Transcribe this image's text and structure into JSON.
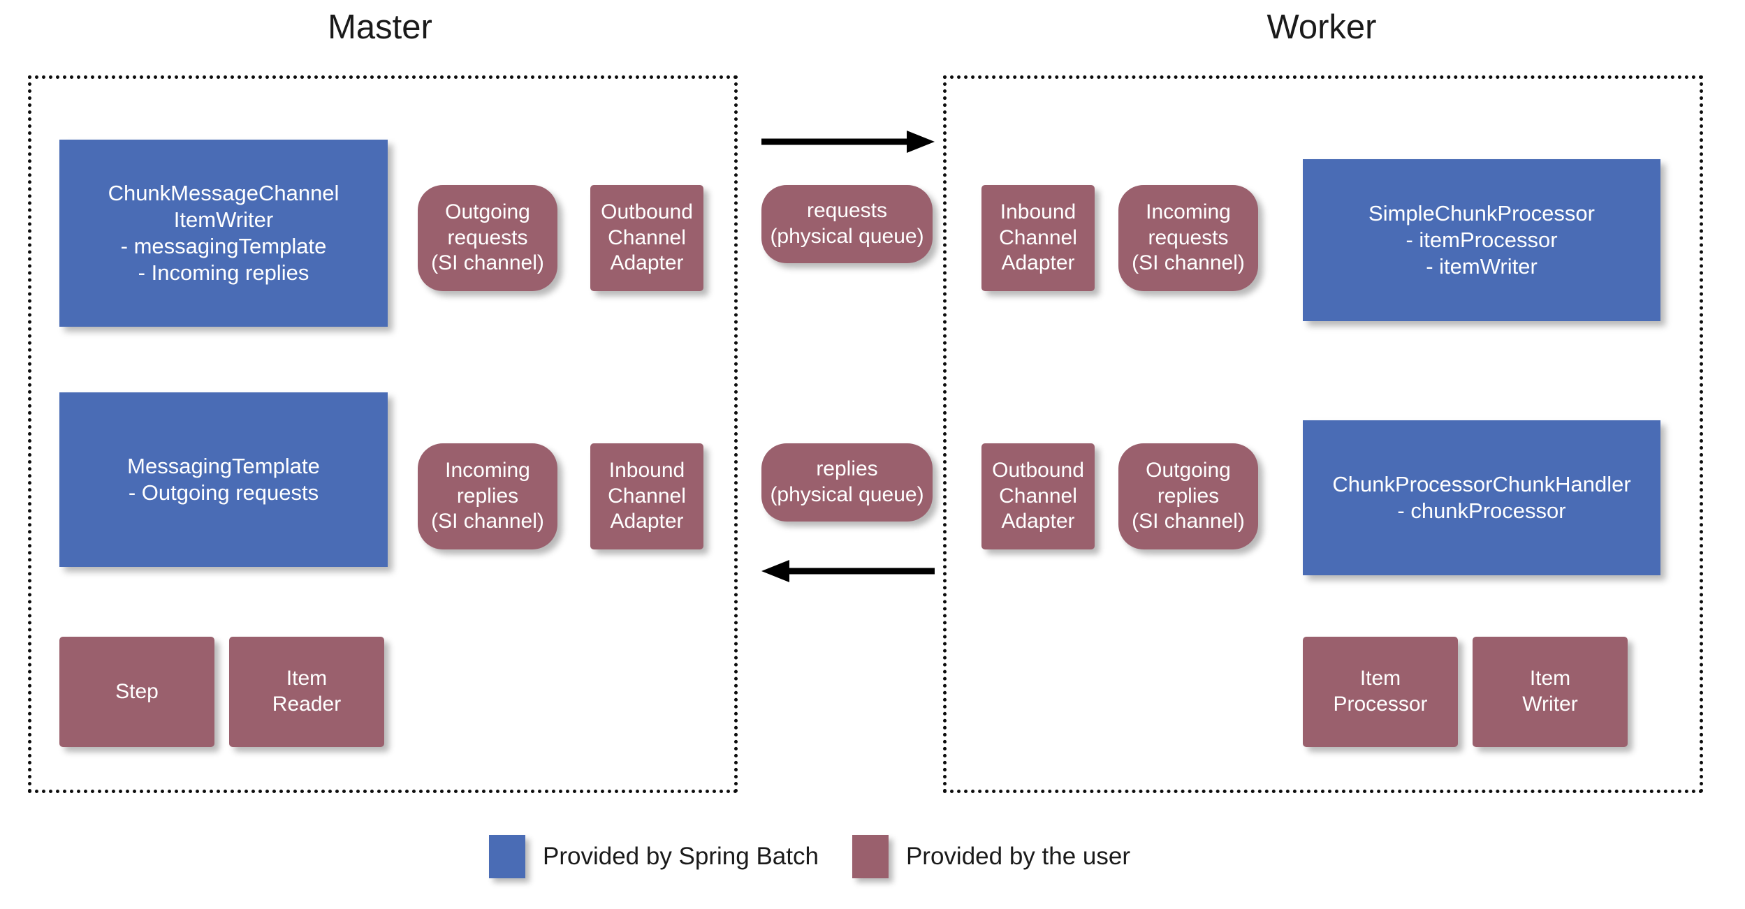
{
  "colors": {
    "spring_batch_blue": "#4a6cb5",
    "user_mauve": "#9a606d",
    "frame_border": "#0d0d0d",
    "background": "#ffffff",
    "arrow": "#000000",
    "node_text": "#ffffff",
    "title_text": "#1a1a1a"
  },
  "sections": {
    "master": {
      "title": "Master"
    },
    "worker": {
      "title": "Worker"
    }
  },
  "nodes": {
    "chunk_message_channel_item_writer": {
      "kind": "spring-batch",
      "lines": [
        "ChunkMessageChannel",
        "ItemWriter",
        "- messagingTemplate",
        "- Incoming replies"
      ]
    },
    "outgoing_requests_channel": {
      "kind": "user",
      "lines": [
        "Outgoing",
        "requests",
        "(SI channel)"
      ]
    },
    "outbound_channel_adapter_master": {
      "kind": "user",
      "lines": [
        "Outbound",
        "Channel",
        "Adapter"
      ]
    },
    "requests_queue": {
      "kind": "user",
      "lines": [
        "requests",
        "(physical queue)"
      ]
    },
    "inbound_channel_adapter_worker": {
      "kind": "user",
      "lines": [
        "Inbound",
        "Channel",
        "Adapter"
      ]
    },
    "incoming_requests_channel": {
      "kind": "user",
      "lines": [
        "Incoming",
        "requests",
        "(SI channel)"
      ]
    },
    "simple_chunk_processor": {
      "kind": "spring-batch",
      "lines": [
        "SimpleChunkProcessor",
        "- itemProcessor",
        "- itemWriter"
      ]
    },
    "messaging_template": {
      "kind": "spring-batch",
      "lines": [
        "MessagingTemplate",
        "- Outgoing requests"
      ]
    },
    "incoming_replies_channel": {
      "kind": "user",
      "lines": [
        "Incoming",
        "replies",
        "(SI channel)"
      ]
    },
    "inbound_channel_adapter_master": {
      "kind": "user",
      "lines": [
        "Inbound",
        "Channel",
        "Adapter"
      ]
    },
    "replies_queue": {
      "kind": "user",
      "lines": [
        "replies",
        "(physical queue)"
      ]
    },
    "outbound_channel_adapter_worker": {
      "kind": "user",
      "lines": [
        "Outbound",
        "Channel",
        "Adapter"
      ]
    },
    "outgoing_replies_channel": {
      "kind": "user",
      "lines": [
        "Outgoing",
        "replies",
        "(SI channel)"
      ]
    },
    "chunk_processor_chunk_handler": {
      "kind": "spring-batch",
      "lines": [
        "ChunkProcessorChunkHandler",
        "- chunkProcessor"
      ]
    },
    "step": {
      "kind": "user",
      "lines": [
        "Step"
      ]
    },
    "item_reader": {
      "kind": "user",
      "lines": [
        "Item",
        "Reader"
      ]
    },
    "item_processor": {
      "kind": "user",
      "lines": [
        "Item",
        "Processor"
      ]
    },
    "item_writer": {
      "kind": "user",
      "lines": [
        "Item",
        "Writer"
      ]
    }
  },
  "arrows": [
    {
      "name": "requests-flow",
      "direction": "right",
      "from": "master",
      "to": "worker"
    },
    {
      "name": "replies-flow",
      "direction": "left",
      "from": "worker",
      "to": "master"
    }
  ],
  "legend": {
    "items": [
      {
        "label": "Provided by Spring Batch",
        "color": "#4a6cb5"
      },
      {
        "label": "Provided by the user",
        "color": "#9a606d"
      }
    ]
  }
}
